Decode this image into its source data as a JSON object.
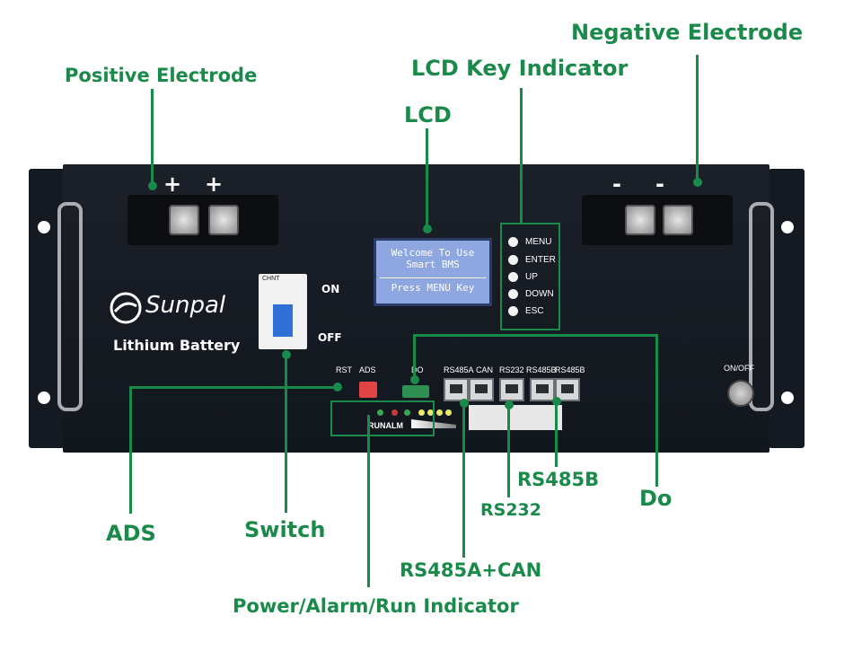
{
  "callouts": {
    "positive_electrode": "Positive Electrode",
    "lcd_key_indicator": "LCD Key Indicator",
    "negative_electrode": "Negative Electrode",
    "lcd": "LCD",
    "ads": "ADS",
    "switch": "Switch",
    "power_alarm_run": "Power/Alarm/Run Indicator",
    "rs485a_can": "RS485A+CAN",
    "rs232": "RS232",
    "rs485b": "RS485B",
    "do": "Do"
  },
  "panel": {
    "plus_sign": "+",
    "minus_sign": "-",
    "brand": "Sunpal",
    "subtitle": "Lithium Battery",
    "switch_on": "ON",
    "switch_off": "OFF",
    "switch_brand": "CHNT",
    "lcd_line1": "Welcome To Use",
    "lcd_line2": "Smart BMS",
    "lcd_line3": "Press MENU Key",
    "keys": [
      "MENU",
      "ENTER",
      "UP",
      "DOWN",
      "ESC"
    ],
    "rst": "RST",
    "ads": "ADS",
    "do": "DO",
    "rs485a": "RS485A",
    "can": "CAN",
    "rs232": "RS232",
    "rs485b_1": "RS485B",
    "rs485b_2": "RS485B",
    "run_alm": "RUNALM",
    "onoff": "ON/OFF"
  },
  "colors": {
    "callout_green": "#1a8a4a",
    "panel_black": "#151a22",
    "lcd_blue": "#8fa7e0"
  }
}
